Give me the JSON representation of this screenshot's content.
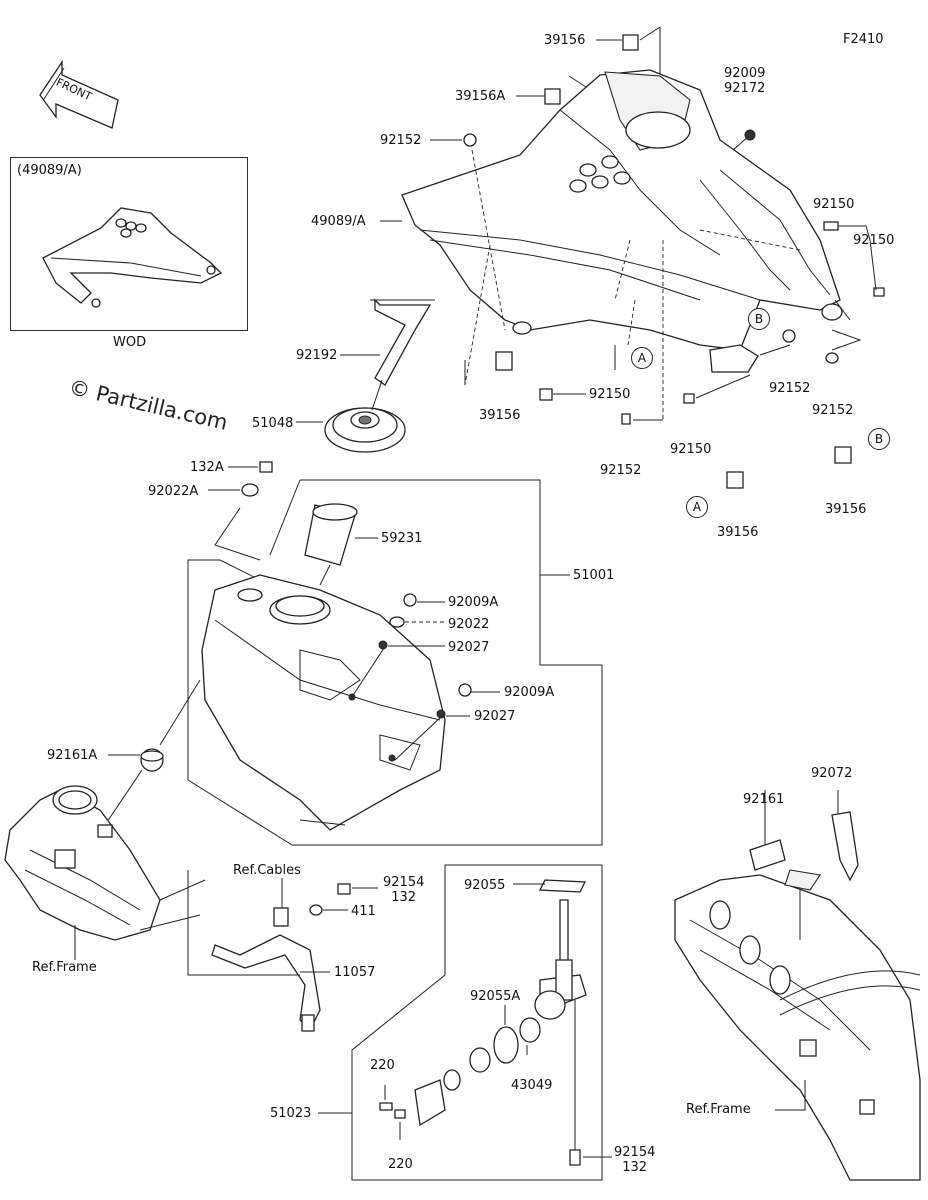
{
  "diagram": {
    "code": "F2410",
    "front_arrow": "FRONT",
    "watermark": "© Partzilla.com",
    "inset": {
      "title": "(49089/A)",
      "caption": "WOD"
    },
    "callouts": {
      "A": "A",
      "B": "B"
    },
    "parts": {
      "p39156_top": "39156",
      "p39156A": "39156A",
      "p92009_92172": "92009\n92172",
      "p92152_top": "92152",
      "p49089A": "49089/A",
      "p92150_r1": "92150",
      "p92150_r2": "92150",
      "p92192": "92192",
      "p92150_mid": "92150",
      "p92152_r1": "92152",
      "p92152_r2": "92152",
      "p39156_mid": "39156",
      "p51048": "51048",
      "p92150_low": "92150",
      "p92152_low": "92152",
      "p132A": "132A",
      "p92022A": "92022A",
      "p39156_A": "39156",
      "p39156_B": "39156",
      "p59231": "59231",
      "p51001": "51001",
      "p92009A_1": "92009A",
      "p92022": "92022",
      "p92027_1": "92027",
      "p92009A_2": "92009A",
      "p92027_2": "92027",
      "p92161A": "92161A",
      "p92072": "92072",
      "p92161": "92161",
      "ref_cables": "Ref.Cables",
      "p92154_132_a": "92154\n132",
      "p411": "411",
      "p92055": "92055",
      "ref_frame_left": "Ref.Frame",
      "p11057": "11057",
      "p92055A": "92055A",
      "p220_a": "220",
      "p43049": "43049",
      "p51023": "51023",
      "ref_frame_right": "Ref.Frame",
      "p92154_132_b": "92154\n132",
      "p220_b": "220"
    }
  }
}
